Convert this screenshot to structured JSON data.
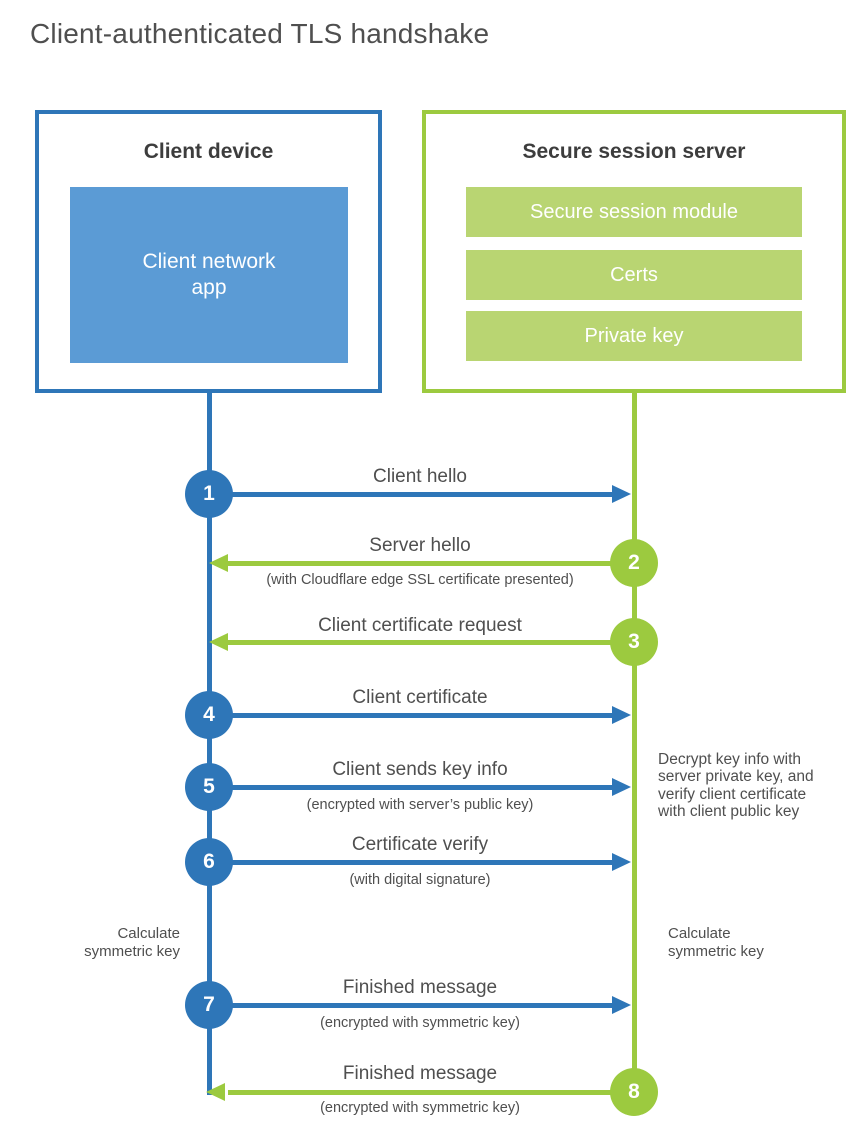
{
  "title": "Client-authenticated TLS handshake",
  "colors": {
    "blue": "#2e76b8",
    "blue_light": "#5b9bd5",
    "green": "#9cca3f",
    "green_light": "#b9d572",
    "heading_text": "#3d3d3d",
    "label_text": "#4f4f4f"
  },
  "client": {
    "title": "Client device",
    "app": "Client network\napp"
  },
  "server": {
    "title": "Secure session server",
    "modules": [
      "Secure session module",
      "Certs",
      "Private key"
    ]
  },
  "steps": [
    {
      "num": "1",
      "label": "Client hello",
      "sub": "",
      "direction": "client-to-server"
    },
    {
      "num": "2",
      "label": "Server hello",
      "sub": "(with Cloudflare edge SSL certificate presented)",
      "direction": "server-to-client"
    },
    {
      "num": "3",
      "label": "Client certificate request",
      "sub": "",
      "direction": "server-to-client"
    },
    {
      "num": "4",
      "label": "Client certificate",
      "sub": "",
      "direction": "client-to-server"
    },
    {
      "num": "5",
      "label": "Client sends key info",
      "sub": "(encrypted with server’s public key)",
      "direction": "client-to-server"
    },
    {
      "num": "6",
      "label": "Certificate verify",
      "sub": "(with digital signature)",
      "direction": "client-to-server"
    },
    {
      "num": "7",
      "label": "Finished message",
      "sub": "(encrypted with symmetric key)",
      "direction": "client-to-server"
    },
    {
      "num": "8",
      "label": "Finished message",
      "sub": "(encrypted with symmetric key)",
      "direction": "server-to-client"
    }
  ],
  "annotations": {
    "calculate_left": "Calculate\nsymmetric key",
    "calculate_right": "Calculate\nsymmetric key",
    "decrypt_note": "Decrypt key info with\nserver private key, and\nverify client certificate\nwith client public key"
  }
}
